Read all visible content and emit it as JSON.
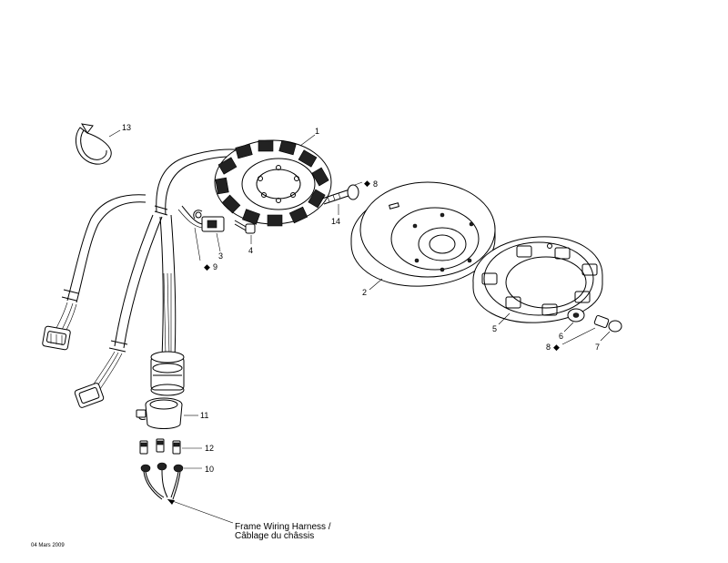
{
  "callouts": {
    "c1": "1",
    "c2": "2",
    "c3": "3",
    "c4": "4",
    "c5": "5",
    "c6": "6",
    "c7": "7",
    "c8a": "8",
    "c8b": "8",
    "c9": "9",
    "c10": "10",
    "c11": "11",
    "c12": "12",
    "c13": "13",
    "c14": "14"
  },
  "caption": {
    "line1": "Frame Wiring Harness /",
    "line2": "Câblage du châssis"
  },
  "footer": {
    "date": "04 Mars 2009"
  }
}
